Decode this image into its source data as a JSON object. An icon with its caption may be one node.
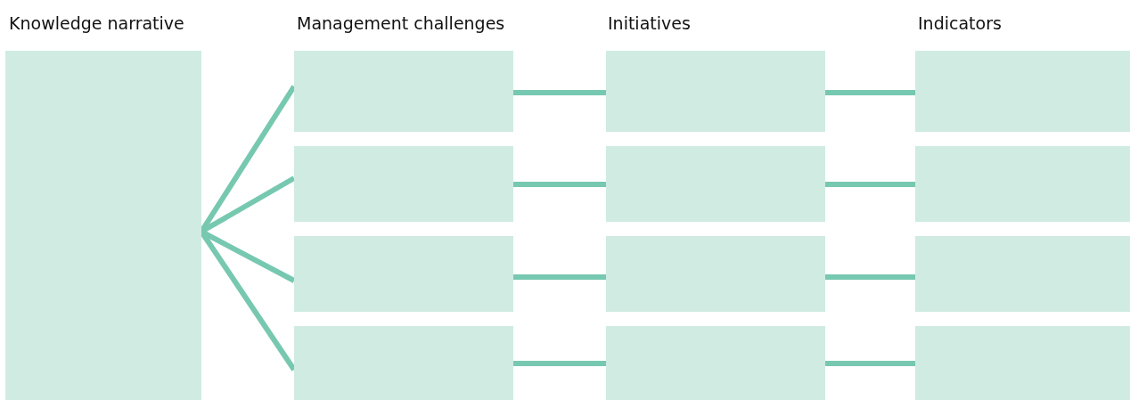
{
  "diagram": {
    "nodes": [
      {
        "text": [],
        "shape": "box"
      },
      {
        "text": [],
        "shape": "box"
      },
      {
        "text": [],
        "shape": "box"
      },
      {
        "text": [],
        "shape": "box"
      },
      {
        "text": [],
        "shape": "box"
      },
      {
        "text": [],
        "shape": "box"
      },
      {
        "text": [],
        "shape": "box"
      },
      {
        "text": [],
        "shape": "box"
      },
      {
        "text": [],
        "shape": "box"
      },
      {
        "text": [],
        "shape": "box"
      },
      {
        "text": [],
        "shape": "box"
      },
      {
        "text": [],
        "shape": "box"
      },
      {
        "text": [],
        "shape": "box"
      }
    ],
    "edges": [
      {
        "from": 0,
        "to": 1,
        "arrow": "none"
      },
      {
        "from": 0,
        "to": 2,
        "arrow": "none"
      },
      {
        "from": 0,
        "to": 3,
        "arrow": "none"
      },
      {
        "from": 0,
        "to": 4,
        "arrow": "none"
      },
      {
        "from": 1,
        "to": 5,
        "arrow": "none"
      },
      {
        "from": 5,
        "to": 9,
        "arrow": "none"
      },
      {
        "from": 2,
        "to": 6,
        "arrow": "none"
      },
      {
        "from": 6,
        "to": 10,
        "arrow": "none"
      },
      {
        "from": 3,
        "to": 7,
        "arrow": "none"
      },
      {
        "from": 7,
        "to": 11,
        "arrow": "none"
      },
      {
        "from": 4,
        "to": 8,
        "arrow": "none"
      },
      {
        "from": 8,
        "to": 12,
        "arrow": "none"
      }
    ],
    "labels": [
      "Knowledge narrative",
      "Management challenges",
      "Initiatives",
      "Indicators"
    ]
  }
}
